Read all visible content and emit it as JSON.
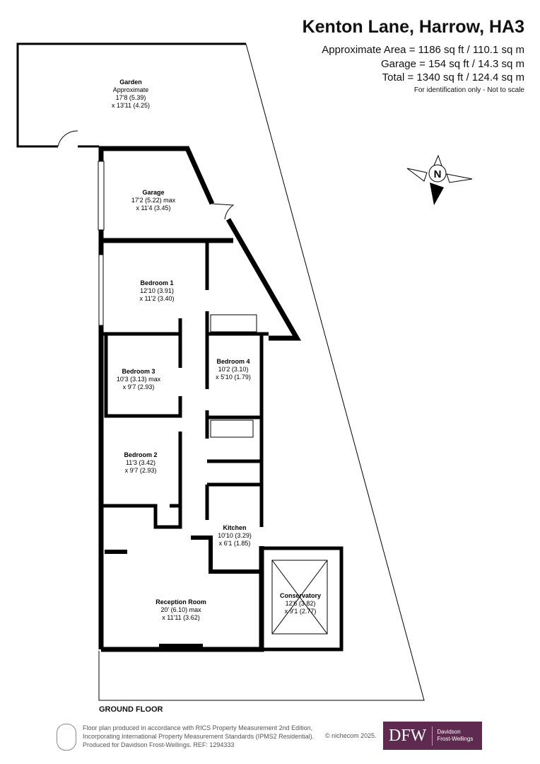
{
  "header": {
    "title": "Kenton Lane, Harrow, HA3",
    "area_lines": [
      "Approximate Area = 1186 sq ft / 110.1 sq m",
      "Garage = 154 sq ft / 14.3 sq m",
      "Total = 1340 sq ft / 124.4 sq m"
    ],
    "note": "For identification only - Not to scale"
  },
  "compass": {
    "label": "N"
  },
  "rooms": [
    {
      "name": "Garden",
      "dims": [
        "Approximate",
        "17'8 (5.39)",
        "x 13'11 (4.25)"
      ]
    },
    {
      "name": "Garage",
      "dims": [
        "17'2 (5.22) max",
        "x 11'4 (3.45)"
      ]
    },
    {
      "name": "Bedroom 1",
      "dims": [
        "12'10 (3.91)",
        "x 11'2 (3.40)"
      ]
    },
    {
      "name": "Bedroom 4",
      "dims": [
        "10'2 (3.10)",
        "x 5'10 (1.79)"
      ]
    },
    {
      "name": "Bedroom 3",
      "dims": [
        "10'3 (3.13) max",
        "x 9'7 (2.93)"
      ]
    },
    {
      "name": "Bedroom 2",
      "dims": [
        "11'3 (3.42)",
        "x 9'7 (2.93)"
      ]
    },
    {
      "name": "Kitchen",
      "dims": [
        "10'10 (3.29)",
        "x 6'1 (1.85)"
      ]
    },
    {
      "name": "Reception Room",
      "dims": [
        "20' (6.10) max",
        "x 11'11 (3.62)"
      ]
    },
    {
      "name": "Conservatory",
      "dims": [
        "12'6 (3.82)",
        "x 9'1 (2.77)"
      ]
    }
  ],
  "floor_label": "GROUND FLOOR",
  "footer": {
    "lines": [
      "Floor plan produced in accordance with RICS Property Measurement 2nd Edition,",
      "Incorporating International Property Measurement Standards (IPMS2 Residential).",
      "Produced for Davidson Frost-Wellings.   REF: 1294333"
    ],
    "copyright": "© nichecom 2025.",
    "logo_mark": "DFW",
    "logo_text": [
      "Davidson",
      "Frost-Wellings"
    ]
  },
  "colors": {
    "logo_bg": "#5e2a4f",
    "wall": "#000000"
  }
}
